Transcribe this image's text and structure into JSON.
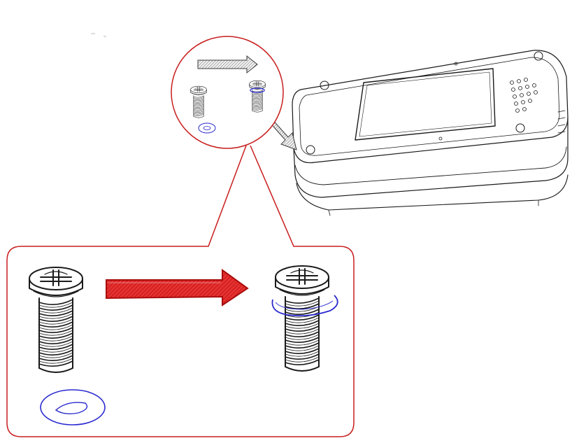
{
  "figure": {
    "description_style": "assembly-instruction",
    "colors": {
      "callout_outline": "#c81e1e",
      "arrow_fill": "#e02020",
      "washer_outline": "#2a2ad0",
      "line_art": "#1a1a1a",
      "hatch": "#6a6a6a"
    },
    "parts": [
      {
        "id": "screw",
        "icon": "phillips-screw-icon"
      },
      {
        "id": "washer",
        "icon": "o-ring-washer-icon"
      },
      {
        "id": "device",
        "icon": "handheld-device-icon"
      }
    ],
    "steps": [
      {
        "from": "screw-with-separate-washer",
        "to": "screw-with-washer-fitted"
      }
    ]
  }
}
